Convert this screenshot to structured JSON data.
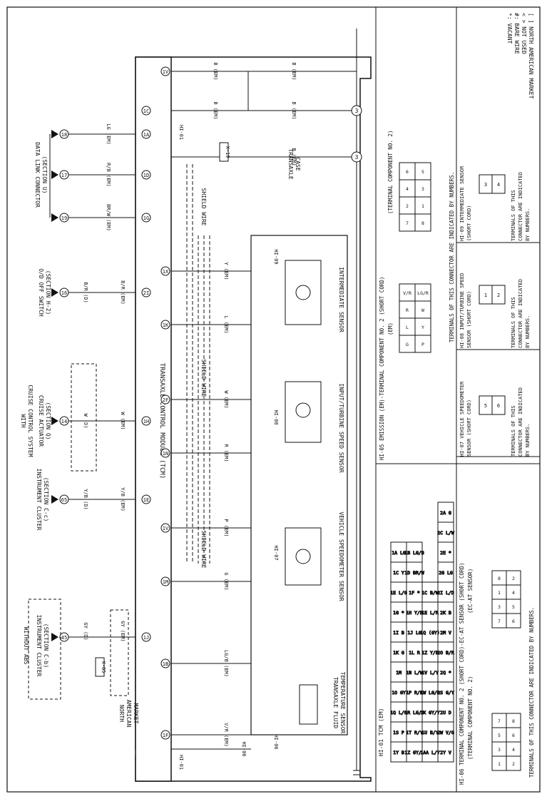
{
  "legend": [
    "[ ]  NORTH AMERICAN MARKET",
    "< >  NOT USED",
    "#:  BARE WIRE",
    "*:  VACANT"
  ],
  "tcm": {
    "label": "TRANSAXLE CONTROL MODULE (TCM)",
    "connector_top": "HI-01",
    "connector_bottom": "HI-01",
    "pins_top": [
      "1V",
      "1C",
      "1A",
      "1D",
      "1G",
      "2I",
      "1X",
      "1K",
      "2F",
      "1H",
      "1N",
      "1V",
      "1E",
      "1M",
      "1J",
      "1B",
      "1F"
    ],
    "pins_bottom_row": [
      "1A",
      "1C",
      "1D",
      "1G",
      "1X",
      "1K",
      "2F",
      "1N",
      "1V",
      "1M",
      "1B",
      "1F"
    ]
  },
  "components": {
    "without_abs": "WITHOUT ABS",
    "ic_cb": [
      "INSTRUMENT CLUSTER",
      "(SECTION C-b)"
    ],
    "ic_cc": [
      "INSTRUMENT CLUSTER",
      "(SECTION C-c)"
    ],
    "cruise_hdr": [
      "WITH",
      "CRUISE CONTROL SYSTEM"
    ],
    "cruise": [
      "CRUISE ACTUATOR",
      "(SECTION Q)"
    ],
    "od": [
      "O/D OFF SWITCH",
      "(SECTION H-2)"
    ],
    "dlc": [
      "DATA LINK CONNECTOR",
      "(SECTION U)"
    ],
    "na_market": [
      "NORTH",
      "AMERICAN",
      "MARKET"
    ],
    "transaxle_case": [
      "TRANSAXLE",
      "CASE"
    ],
    "tft": [
      "TRANSAXLE FLUID",
      "TEMPERATURE SENSOR"
    ],
    "vss": "VEHICLE SPEEDOMETER SENSOR",
    "its": "INPUT/TURBINE SPEED SENSOR",
    "ims": "INTERMEDIATE SENSOR",
    "shield": "SHIELD WIRE"
  },
  "circles": [
    "45",
    "65",
    "14",
    "16",
    "17",
    "18",
    "19"
  ],
  "wires": {
    "w1": "GY (D)",
    "w1b": "GY (EM)",
    "w2": "Y/B (D)",
    "w2b": "Y/B (EM)",
    "w3": "W (D)",
    "w3b": "W (EM)",
    "w4": "B/R (D)",
    "w4b": "B/R (EM)",
    "w5": "BR/W (EM)",
    "w6": "R/B (EM)",
    "w7": "LG (EM)",
    "w8": "B (EM)",
    "w9": "B (EM)",
    "w10": "B (EM)",
    "w11": "B (EM)",
    "w12": "B (EM)",
    "w13": "V/R (EM)",
    "w14": "LG/B (EM)",
    "w15": "G (EM)",
    "w16": "P (EM)",
    "w17": "R (EM)",
    "w18": "W (EM)",
    "w19": "L (EM)",
    "w20": "Y (EM)",
    "v": "V",
    "g": "G"
  },
  "boxes": {
    "x05": "X-05",
    "x19": "X-19",
    "hi06a": "HI-06",
    "hi06b": "HI-06",
    "hi07": "HI-07",
    "hi08": "HI-08",
    "hi09": "HI-09"
  },
  "ground_num": "3",
  "bottom_panels": {
    "hi01_title": "HI-01 TCM (EM)",
    "hi06_title": "HI-06 TERMINAL COMPONENT NO. 2 (SHORT CORD)-EC-AT SENSOR (SHORT CORD)",
    "hi06_sub_left": "(TERMINAL COMPONENT NO. 2)",
    "hi06_sub_right": "(EC-AT SENSOR)",
    "hi06_note": "TERMINALS OF THIS CONNECTOR ARE INDICATED BY NUMBERS.",
    "hi05_title": "HI-05 EMISSION (EM)-TERMINAL COMPONENT NO. 2 (SHORT CORD)",
    "hi05_sub_left": "(EM)",
    "hi05_sub_right": "(TERMINAL COMPONENT NO. 2)",
    "hi05_note": "TERMINALS OF THIS CONNECTOR ARE INDICATED BY NUMBERS.",
    "hi07_title": [
      "HI-07 VEHICLE SPEEDOMETER",
      "SENSOR (SHORT CORD)"
    ],
    "hi08_title": [
      "HI-08 INPUT/TURBINE SPEED",
      "SENSOR (SHORT CORD)"
    ],
    "hi09_title": [
      "HI-09 INTERMEDIATE SENSOR",
      "(SHORT CORD)"
    ],
    "small_note": [
      "TERMINALS OF THIS",
      "CONNECTOR ARE INDICATED",
      "BY NUMBERS."
    ],
    "hi07_pins": [
      "5",
      "6"
    ],
    "hi08_pins": [
      "1",
      "2"
    ],
    "hi09_pins": [
      "3",
      "4"
    ],
    "left_1v": "1Y",
    "right_1c": "1C",
    "lbl_2z": "2Z",
    "lbl_2aa": "2AA",
    "hi06_left_pins": [
      "1",
      "3",
      "5",
      "7",
      "2",
      "4",
      "6",
      "8"
    ],
    "hi06_right_pins": [
      "7",
      "3",
      "1",
      "8",
      "6",
      "5",
      "4",
      "2"
    ],
    "hi05_pins": [
      "7",
      "2",
      "4",
      "6",
      "8",
      "1",
      "3",
      "5"
    ],
    "hi05_letters": [
      "G",
      "L",
      "R",
      "V/R",
      "P",
      "Y",
      "W",
      "LG/R"
    ],
    "tcm_cells_1": [
      "1Y B",
      "1S P",
      "1Q L/O",
      "1O GY",
      "1M",
      "1K G",
      "1I B",
      "1G *",
      "1E L/G",
      "1C Y",
      "1A LG"
    ],
    "tcm_cells_2": [
      "1Z GY/L",
      "1T R/Y",
      "1R LG/B",
      "1P R/B",
      "1N L/W",
      "1L R",
      "1J LG",
      "1H Y/B",
      "1F *",
      "1D BR/W",
      "1B LG/B"
    ],
    "tcm_cells_3": [
      "1AA L/Y",
      "1U B/Y",
      "1X GY/Y",
      "1W LG/R",
      "1V L/Y",
      "1Z Y/B",
      "1Q (GY)",
      "1E L/R",
      "1C B/W"
    ],
    "tcm_cells_4": [
      "2Y V",
      "2W V/G",
      "2U D",
      "2S G/Y",
      "2Q *",
      "2O B/R",
      "2M V",
      "2K B",
      "2I L/D",
      "2G LG",
      "2E *",
      "2C L/W",
      "2A G"
    ]
  }
}
